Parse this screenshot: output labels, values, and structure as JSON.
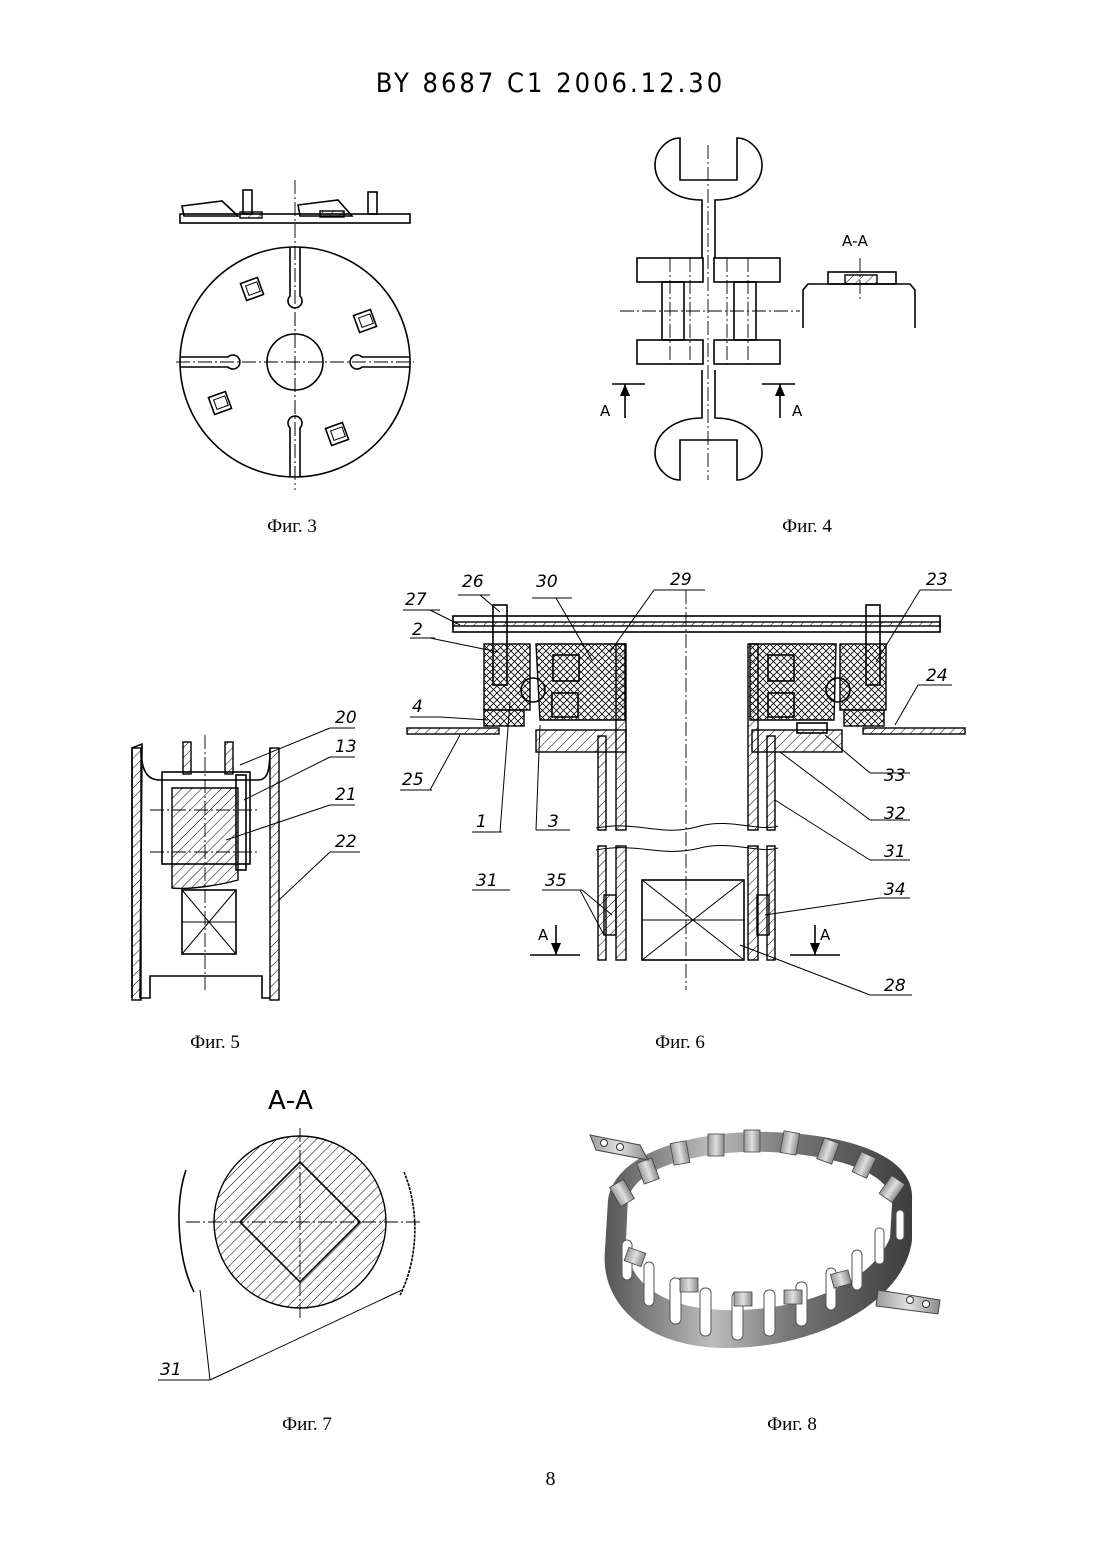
{
  "header": "BY 8687 C1 2006.12.30",
  "page_number": "8",
  "figures": {
    "fig3": {
      "caption": "Фиг. 3"
    },
    "fig4": {
      "caption": "Фиг. 4",
      "section_title": "А-А",
      "section_marks": [
        "А",
        "А"
      ]
    },
    "fig5": {
      "caption": "Фиг. 5",
      "labels": [
        "20",
        "13",
        "21",
        "22"
      ]
    },
    "fig6": {
      "caption": "Фиг. 6",
      "labels": [
        "26",
        "30",
        "29",
        "23",
        "27",
        "2",
        "24",
        "4",
        "25",
        "33",
        "32",
        "1",
        "3",
        "31",
        "31",
        "35",
        "34",
        "28"
      ],
      "section_marks": [
        "А",
        "А"
      ]
    },
    "fig7": {
      "caption": "Фиг. 7",
      "section_title": "А-А",
      "labels": [
        "31"
      ]
    },
    "fig8": {
      "caption": "Фиг. 8"
    }
  }
}
